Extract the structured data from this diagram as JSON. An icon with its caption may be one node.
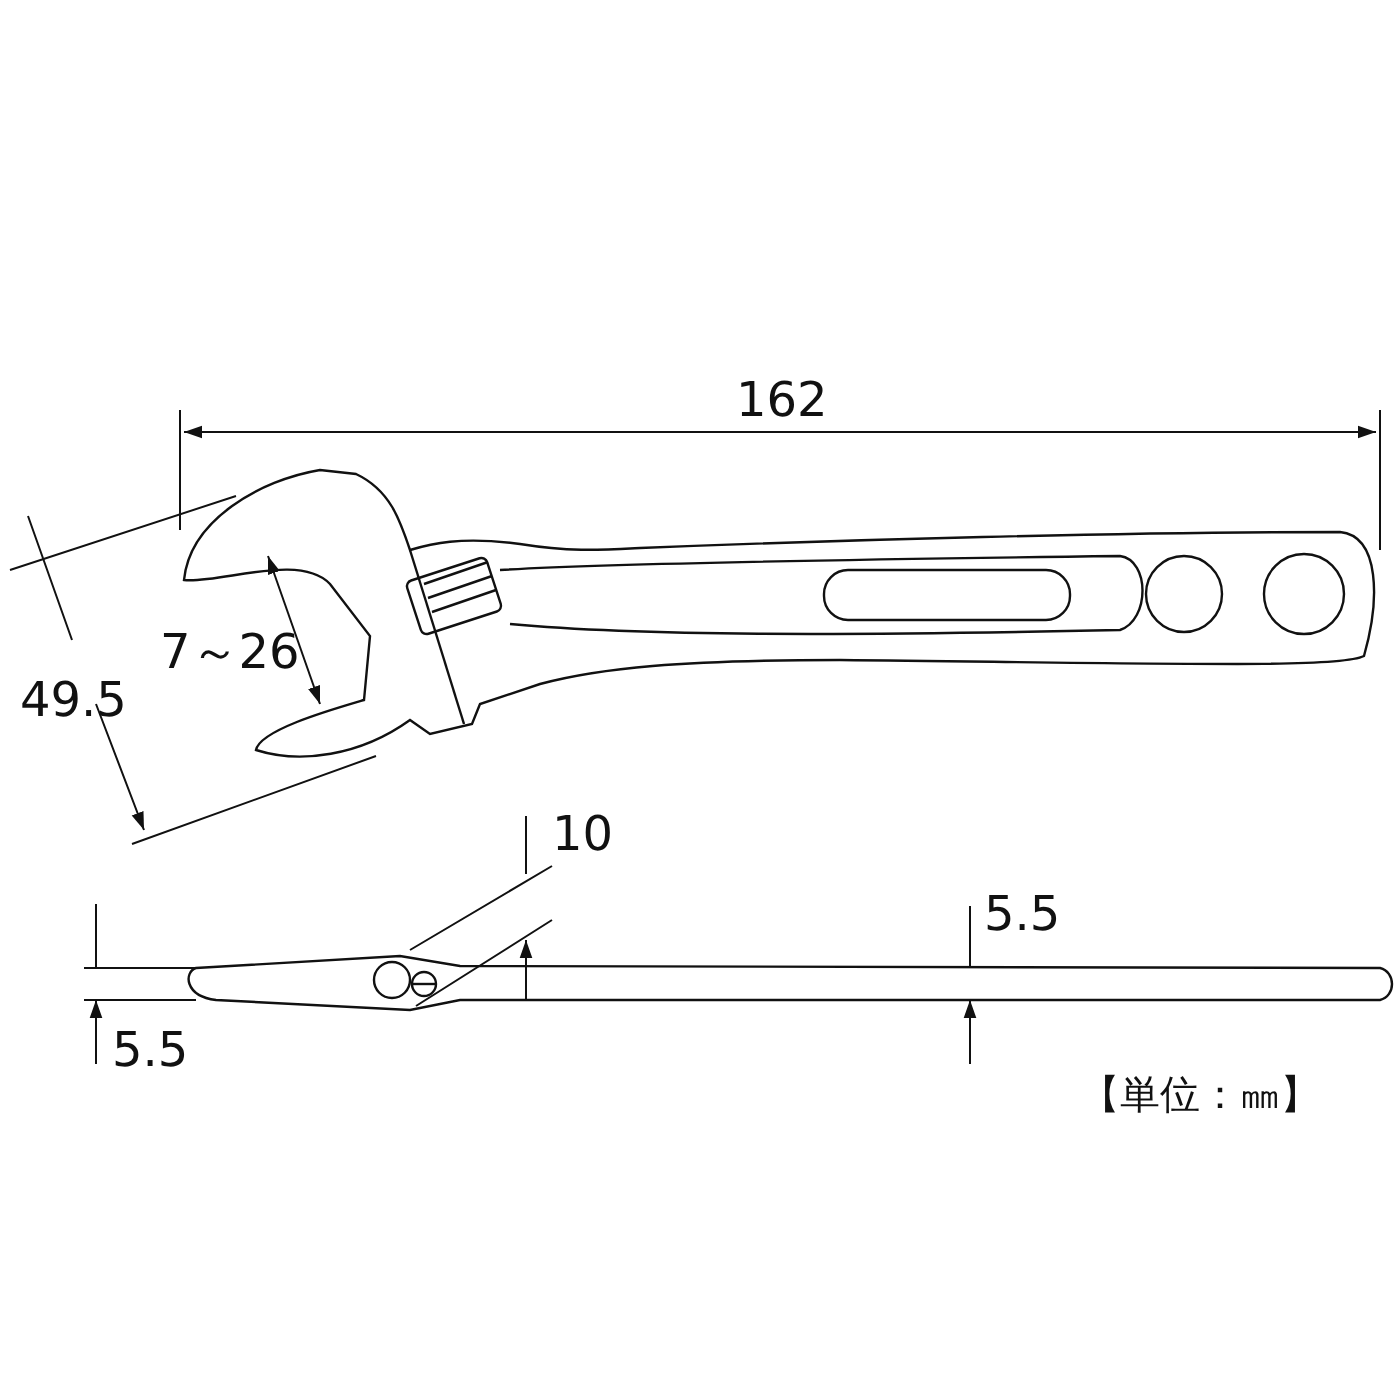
{
  "diagram": {
    "labels": [
      "162",
      "49.5",
      "7～26",
      "10",
      "5.5",
      "5.5",
      "【単位：㎜】"
    ]
  }
}
